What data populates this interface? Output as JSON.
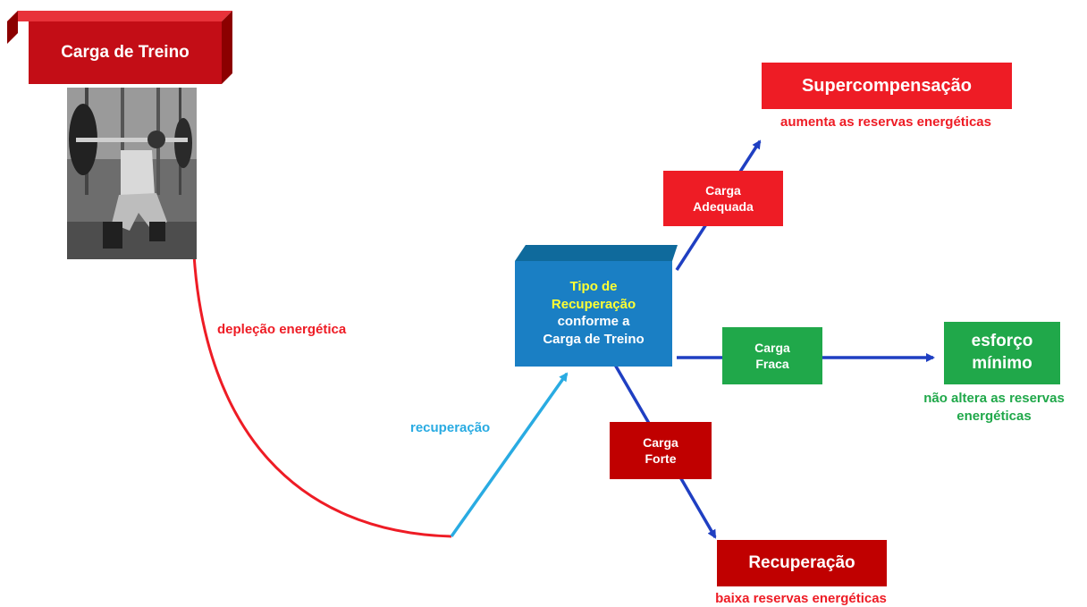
{
  "title_box": "Carga de Treino",
  "photo_alt": "athlete performing barbell squat",
  "edges": {
    "depletion": "depleção energética",
    "recovery": "recuperação"
  },
  "center_box": {
    "line1": "Tipo de",
    "line2": "Recuperação",
    "line3": "conforme a",
    "line4": "Carga de Treino"
  },
  "branches": {
    "adequate": {
      "load": "Carga\nAdequada",
      "result": "Supercompensação",
      "note": "aumenta as reservas energéticas"
    },
    "weak": {
      "load": "Carga\nFraca",
      "result": "esforço\nmínimo",
      "note": "não altera as reservas\nenergéticas"
    },
    "strong": {
      "load": "Carga\nForte",
      "result": "Recuperação",
      "note": "baixa reservas energéticas"
    }
  },
  "colors": {
    "red": "#ee1c25",
    "dark_red": "#c00000",
    "green": "#20a84a",
    "blue_box": "#1a7fc4",
    "arrow_blue": "#1f3fc2",
    "light_blue": "#29abe2",
    "yellow": "#ffff33"
  }
}
